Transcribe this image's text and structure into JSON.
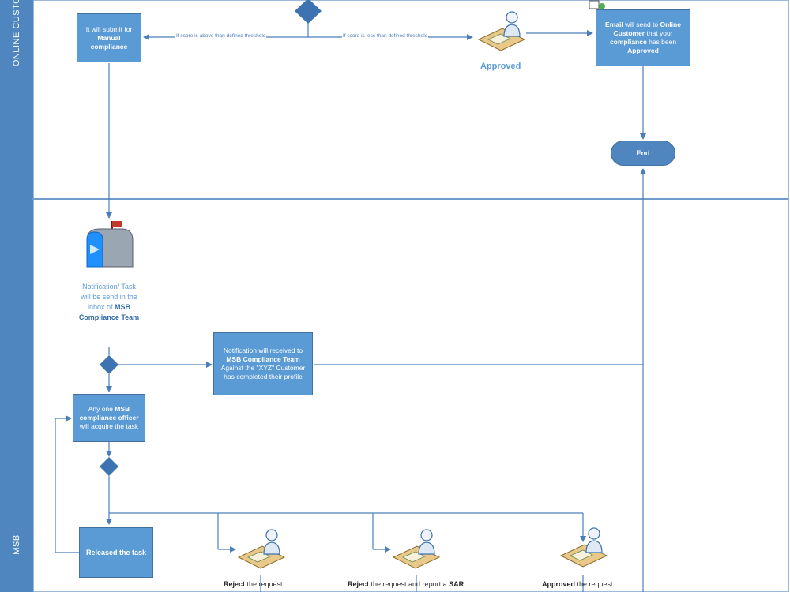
{
  "lanes": {
    "top": "ONLINE CUSTO",
    "bottom": "MSB"
  },
  "nodes": {
    "manual": {
      "line1": "It will submit for",
      "bold": "Manual compliance"
    },
    "email": {
      "b1": "Email",
      "t1": " will send to ",
      "b2": "Online Customer",
      "t2": " that your ",
      "b3": "compliance",
      "t3": " has been ",
      "b4": "Approved"
    },
    "end": "End",
    "notify": {
      "t1": "Notification will received to ",
      "b1": "MSB Compliance Team",
      "t2": " Against the \"XYZ\" Customer has completed their profile"
    },
    "acquire": {
      "t1": "Any one ",
      "b1": "MSB compliance officer",
      "t2": " will acquire the task"
    },
    "release": "Released the task"
  },
  "edge_labels": {
    "above": "If score is above than defined threshold",
    "below": "If score is less than defined threshold"
  },
  "annotations": {
    "approved": "Approved",
    "inbox": {
      "t1": "Notification/ Task will be send in the inbox of ",
      "b1": "MSB Compliance Team"
    }
  },
  "captions": {
    "reject": {
      "b": "Reject",
      "t": " the request"
    },
    "reject_sar": {
      "b": "Reject",
      "t": " the request and report a ",
      "b2": "SAR"
    },
    "approve": {
      "b": "Approved",
      "t": " the request"
    }
  },
  "icons": [
    "decision-diamond",
    "person-at-desk",
    "mailbox",
    "email-envelope"
  ],
  "colors": {
    "lane": "#4f86c0",
    "box": "#5b9bd5",
    "line": "#4a7ebb",
    "text_accent": "#5b9bd5"
  }
}
